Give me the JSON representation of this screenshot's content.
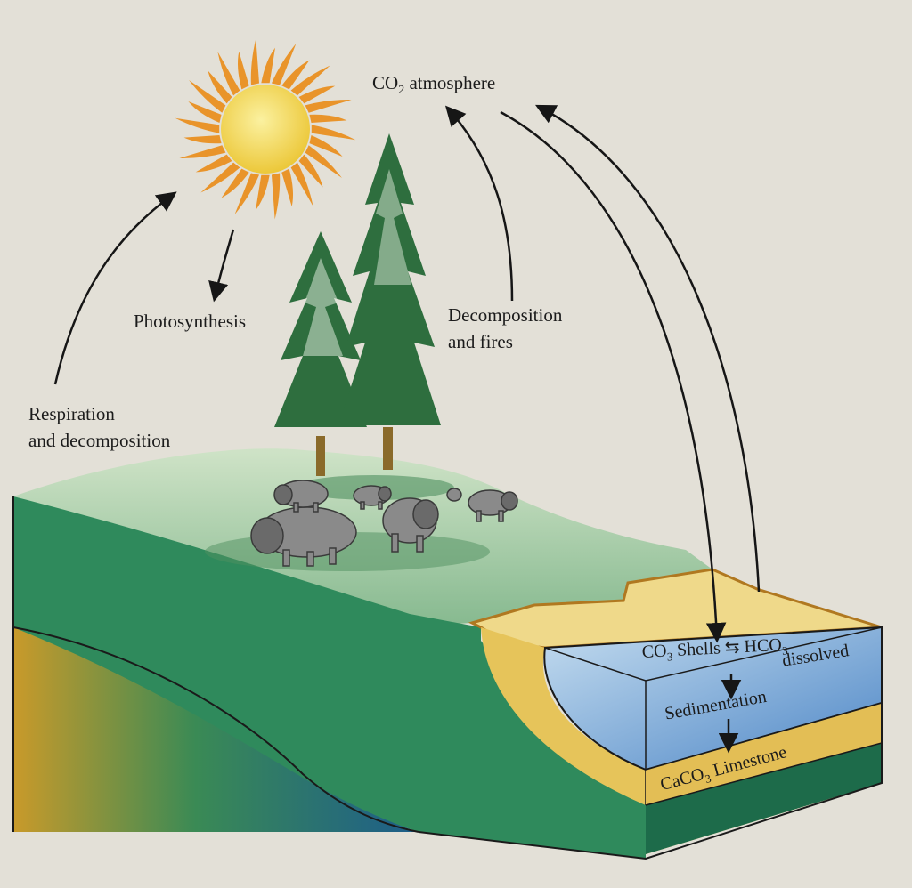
{
  "labels": {
    "co2_prefix": "CO",
    "co2_sub": "2",
    "co2_suffix": " atmosphere",
    "photosynthesis": "Photosynthesis",
    "decomposition_fires": [
      "Decomposition",
      "and fires"
    ],
    "respiration": [
      "Respiration",
      "and decomposition"
    ],
    "co3_shells": "CO",
    "co3_sub": "3",
    "shells_word": " Shells",
    "hco3": "HCO",
    "hco3_sub": "3",
    "dissolved": "dissolved",
    "sedimentation": "Sedimentation",
    "caco3_a": "CaCO",
    "caco3_sub": "3",
    "caco3_b": " Limestone"
  },
  "colors": {
    "sky": "#e6e3da",
    "sun_core": "#f3dc5a",
    "sun_rays": "#e9942a",
    "grass_top": "#c9e0c2",
    "grass_mid": "#7fb48b",
    "land_side": "#2f8a5c",
    "dark_green": "#1d6b4a",
    "sediment": "#e8c45c",
    "water": "#9fc6e6",
    "water_deep": "#4f86c4",
    "tree": "#2e6e3e",
    "trunk": "#8a6a2a",
    "bison": "#8e8e8e",
    "arrow": "#161616"
  }
}
